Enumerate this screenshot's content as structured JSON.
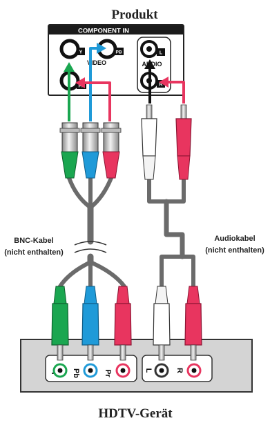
{
  "product": {
    "title": "Produkt",
    "panel_header": "COMPONENT IN",
    "video_label": "VIDEO",
    "audio_label": "AUDIO",
    "jacks": {
      "y": "Y",
      "pb": "PB",
      "pr": "PR",
      "l": "L",
      "r": "R"
    }
  },
  "cables": {
    "bnc_label_line1": "BNC-Kabel",
    "bnc_label_line2": "(nicht enthalten)",
    "audio_label_line1": "Audiokabel",
    "audio_label_line2": "(nicht enthalten)"
  },
  "device": {
    "title": "HDTV-Gerät",
    "jacks": {
      "y": "Y",
      "pb": "Pb",
      "pr": "Pr",
      "l": "L",
      "r": "R"
    }
  },
  "colors": {
    "green": "#1aa650",
    "blue": "#1f9ad8",
    "red": "#e8355f",
    "cable_gray": "#6b6b6b",
    "panel_gray": "#d4d4d4",
    "connector_silver": "#c8c8c8"
  }
}
